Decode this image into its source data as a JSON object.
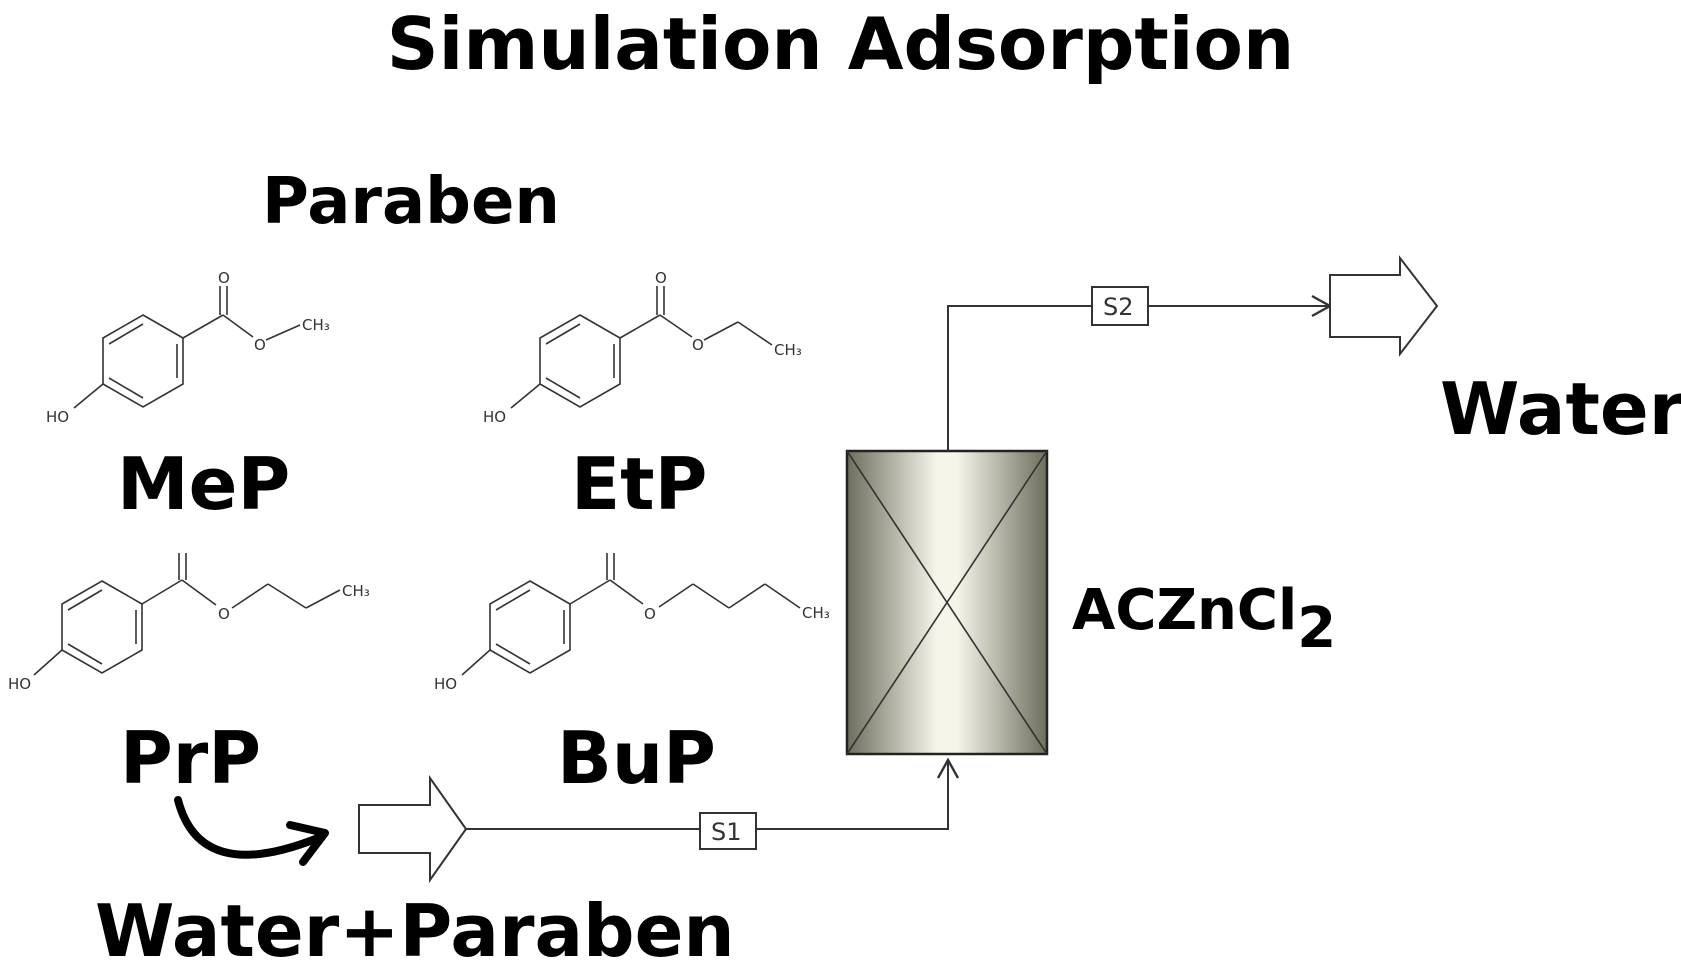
{
  "title": "Simulation Adsorption",
  "paraben_heading": "Paraben",
  "molecules": [
    {
      "name": "MeP"
    },
    {
      "name": "EtP"
    },
    {
      "name": "PrP"
    },
    {
      "name": "BuP"
    }
  ],
  "atoms": {
    "hydroxyl": "HO",
    "oxygen": "O",
    "methyl": "CH₃"
  },
  "streams": {
    "s1": "S1",
    "s2": "S2"
  },
  "labels": {
    "inlet": "Water+Paraben",
    "outlet": "Water",
    "adsorbent_main": "ACZnCl",
    "adsorbent_sub": "2"
  },
  "colors": {
    "column_dark": "#6e6e5e",
    "column_light": "#f5f5ea",
    "line": "#333333"
  }
}
